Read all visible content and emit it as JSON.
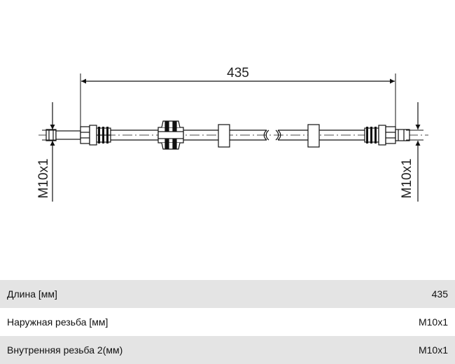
{
  "drawing": {
    "overall_length": "435",
    "left_thread": "M10x1",
    "right_thread": "M10x1"
  },
  "specs": [
    {
      "label": "Длина [мм]",
      "value": "435"
    },
    {
      "label": "Наружная резьба [мм]",
      "value": "M10x1"
    },
    {
      "label": "Внутренняя резьба 2(мм)",
      "value": "M10x1"
    }
  ]
}
